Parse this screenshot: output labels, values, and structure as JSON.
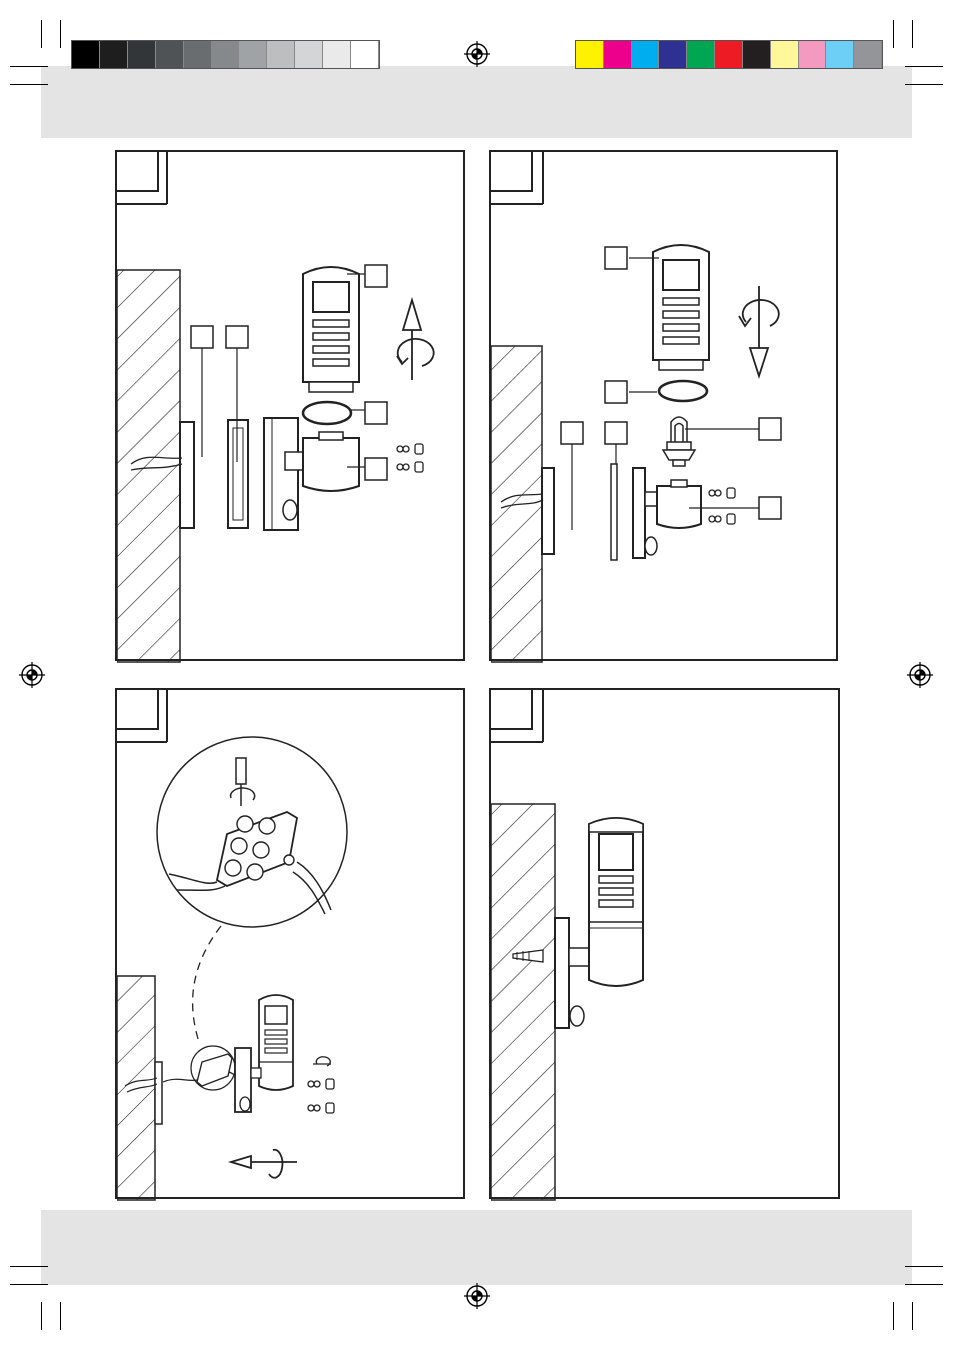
{
  "print_marks": {
    "grayscale_swatches": [
      "#000000",
      "#1e1e1e",
      "#333639",
      "#505356",
      "#6a6d70",
      "#86898c",
      "#a0a3a6",
      "#bcbec0",
      "#d4d5d6",
      "#eaeaea",
      "#ffffff"
    ],
    "color_swatches": [
      "#fff200",
      "#ec008c",
      "#00aeef",
      "#2e3192",
      "#00a651",
      "#ed1c24",
      "#231f20",
      "#fff799",
      "#f49ac1",
      "#6dcff6",
      "#939598"
    ]
  },
  "header_band": {
    "color": "#e4e4e4"
  },
  "footer_band": {
    "color": "#e4e4e4"
  },
  "panels": [
    {
      "id": "step-1",
      "step_number": "",
      "callout_labels": [
        "",
        "",
        "",
        "",
        ""
      ]
    },
    {
      "id": "step-2",
      "step_number": "",
      "callout_labels": [
        "",
        "",
        "",
        "",
        "",
        ""
      ]
    },
    {
      "id": "step-3",
      "step_number": ""
    },
    {
      "id": "step-4",
      "step_number": ""
    }
  ]
}
